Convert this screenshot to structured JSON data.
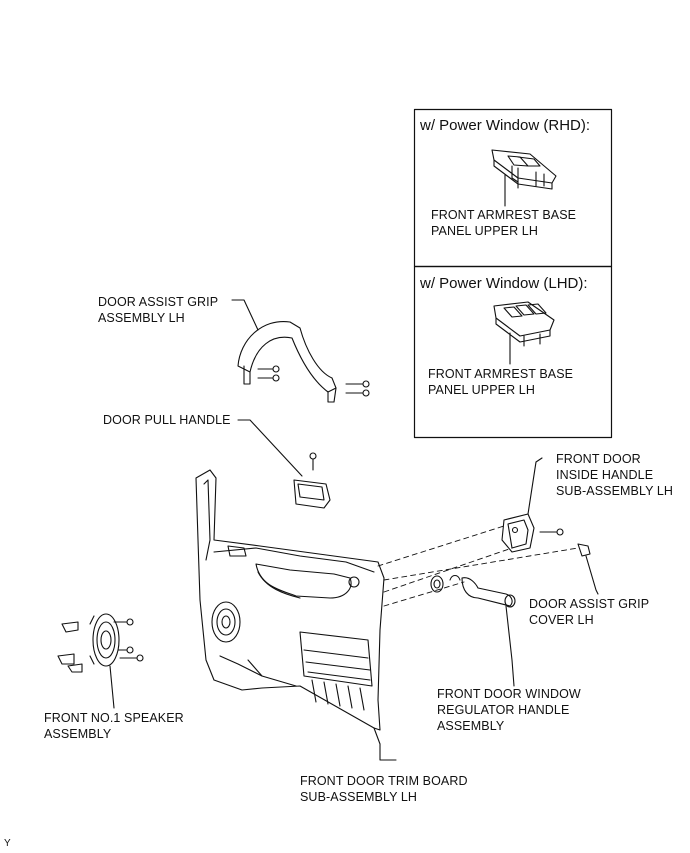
{
  "inset_boxes": [
    {
      "title": "w/ Power Window (RHD):",
      "part_label": [
        "FRONT ARMREST BASE",
        "PANEL UPPER LH"
      ]
    },
    {
      "title": "w/ Power Window (LHD):",
      "part_label": [
        "FRONT ARMREST BASE",
        "PANEL UPPER LH"
      ]
    }
  ],
  "labels": {
    "assist_grip": [
      "DOOR ASSIST GRIP",
      "ASSEMBLY LH"
    ],
    "pull_handle": [
      "DOOR PULL HANDLE"
    ],
    "inside_handle": [
      "FRONT DOOR",
      "INSIDE HANDLE",
      "SUB-ASSEMBLY LH"
    ],
    "grip_cover": [
      "DOOR ASSIST GRIP",
      "COVER LH"
    ],
    "regulator_handle": [
      "FRONT DOOR WINDOW",
      "REGULATOR HANDLE",
      "ASSEMBLY"
    ],
    "speaker": [
      "FRONT NO.1 SPEAKER",
      "ASSEMBLY"
    ],
    "trim_board": [
      "FRONT DOOR TRIM BOARD",
      "SUB-ASSEMBLY LH"
    ]
  },
  "footer_mark": "Y"
}
